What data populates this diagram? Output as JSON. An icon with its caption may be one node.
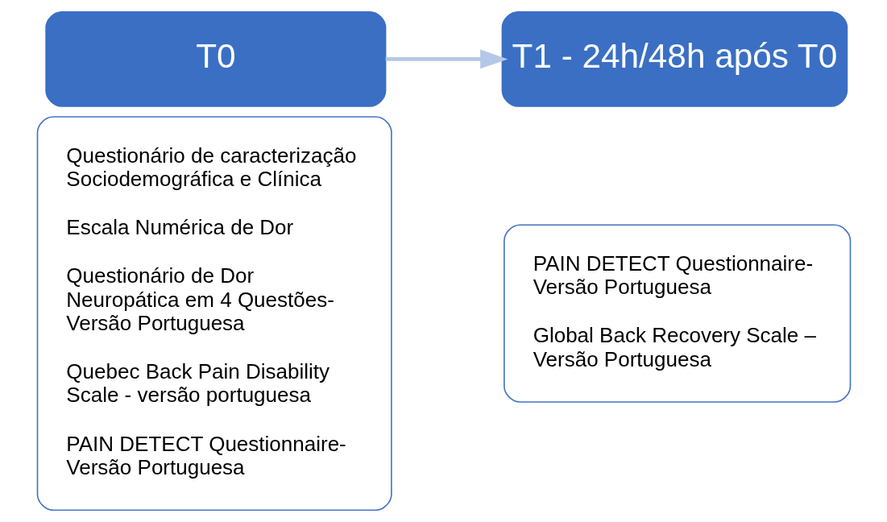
{
  "diagram": {
    "nodes": [
      {
        "text": [
          "T0"
        ]
      },
      {
        "text": [
          "Questionário de caracterização Sociodemográfica e Clínica",
          "Escala Numérica de Dor",
          "Questionário de Dor Neuropática em 4 Questões- Versão Portuguesa",
          "Quebec Back Pain Disability Scale - versão portuguesa",
          "PAIN DETECT Questionnaire- Versão Portuguesa"
        ]
      },
      {
        "text": [
          "T1 - 24h/48h após T0"
        ]
      },
      {
        "text": [
          "PAIN DETECT Questionnaire- Versão Portuguesa",
          "Global Back Recovery Scale – Versão Portuguesa"
        ]
      }
    ],
    "edges": [
      {
        "from": 0,
        "to": 2,
        "arrow": "to"
      }
    ]
  }
}
